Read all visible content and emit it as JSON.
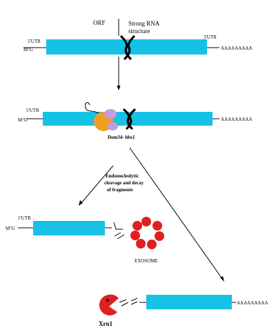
{
  "colors": {
    "mrna": "#17c1e6",
    "line": "#000000",
    "ribosome_large": "#f0a020",
    "ribosome_small": "#c79be0",
    "exosome": "#e0201e",
    "xrn1": "#e0201e"
  },
  "step1": {
    "orf_label": "ORF",
    "structure_label_line1": "Strong RNA",
    "structure_label_line2": "structure",
    "utr5": "5'UTR",
    "utr3": "3'UTR",
    "cap": "M⁷G",
    "polya": "AAAAAAAAA"
  },
  "step2": {
    "utr5": "5'UTR",
    "cap": "M⁷G",
    "polya": "AAAAAAAAA",
    "complex_label": "Dom34- hbs1"
  },
  "cleavage": {
    "line1": "Endonucleolytic",
    "line2": "cleavage and decay",
    "line3": "of fragments"
  },
  "left_fragment": {
    "utr5": "5'UTR",
    "cap": "M⁷G",
    "exosome_label": "EXOSOME"
  },
  "right_fragment": {
    "polya": "AAAAAAAAA",
    "xrn1_label": "Xrn1"
  }
}
